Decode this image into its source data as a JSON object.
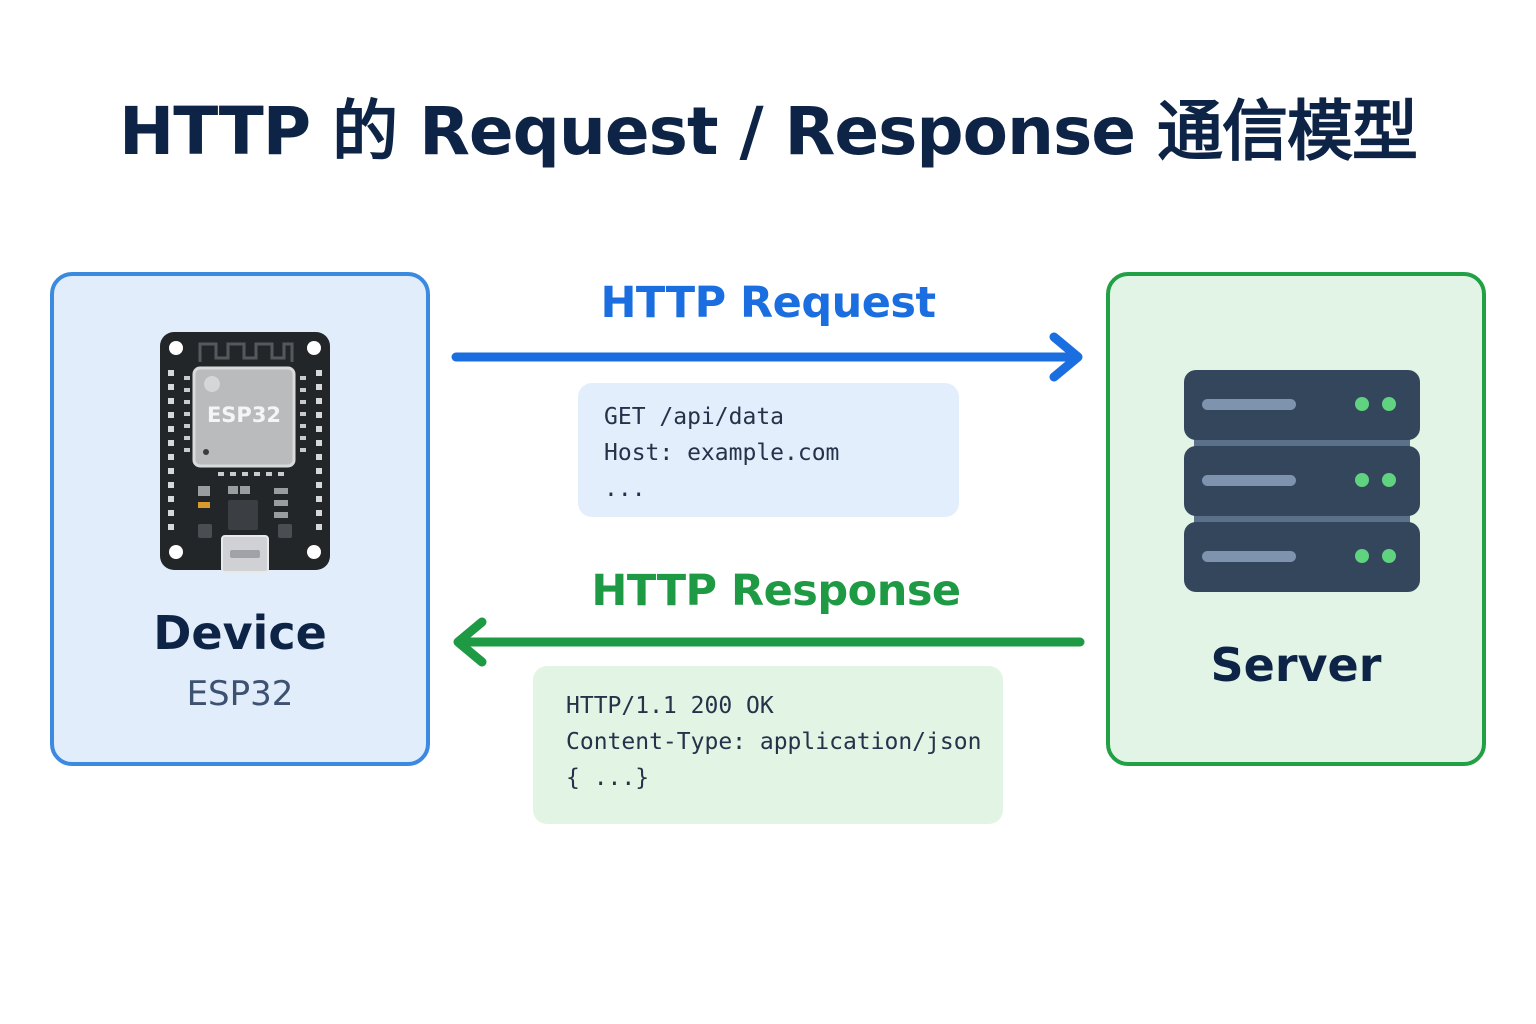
{
  "title": "HTTP 的 Request / Response 通信模型",
  "device": {
    "name": "Device",
    "subtitle": "ESP32",
    "chip_label": "ESP32"
  },
  "server": {
    "name": "Server"
  },
  "request": {
    "label": "HTTP Request",
    "color": "#1a6ee0",
    "code_lines": [
      "GET /api/data",
      "Host: example.com",
      "..."
    ]
  },
  "response": {
    "label": "HTTP Response",
    "color": "#1e9a44",
    "code_lines": [
      "HTTP/1.1 200 OK",
      "Content-Type: application/json",
      "{ ...}"
    ]
  },
  "icons": {
    "device": "esp32-board-icon",
    "server": "server-rack-icon"
  }
}
